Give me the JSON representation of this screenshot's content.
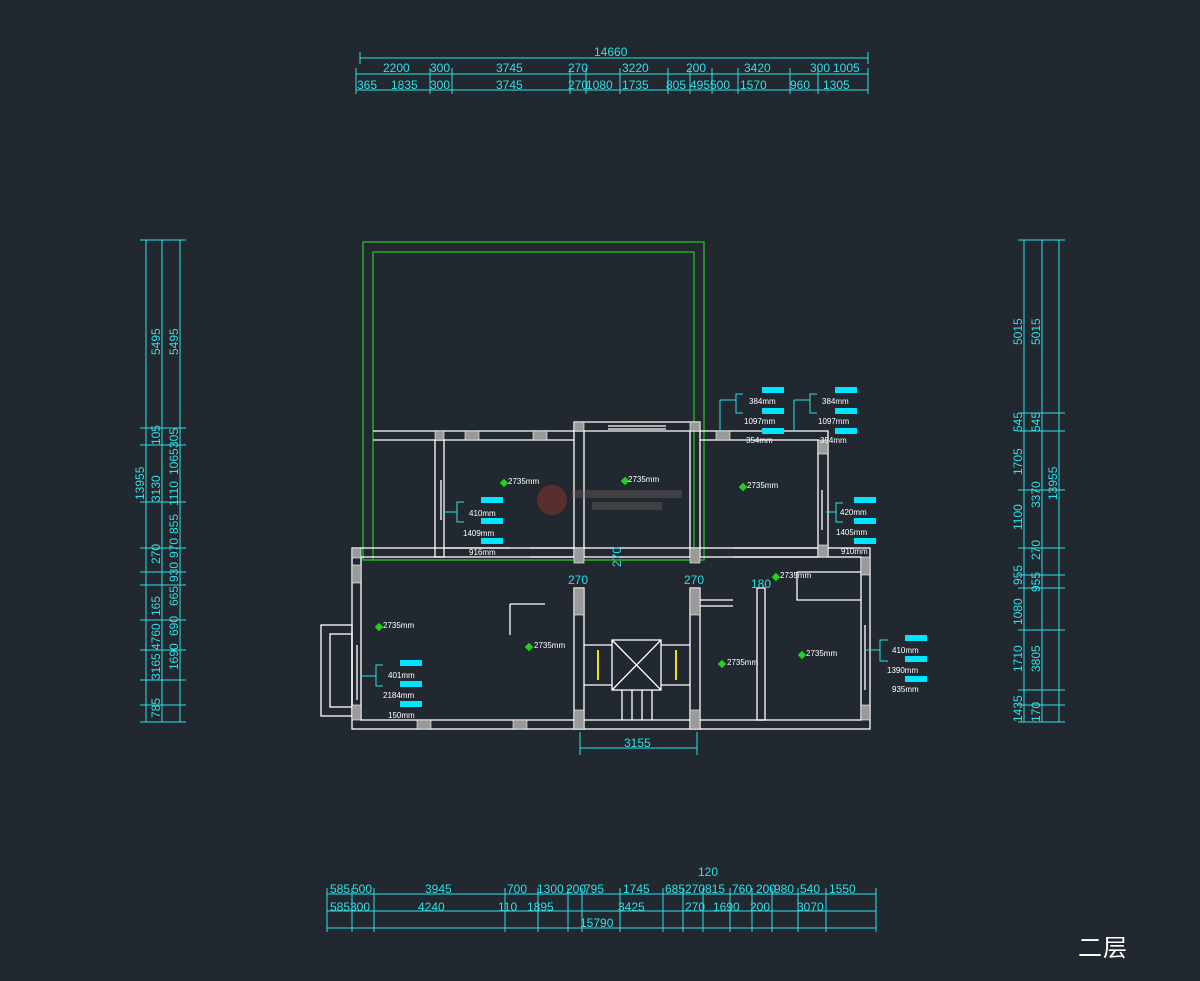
{
  "floor_label": "二层",
  "top_dims": {
    "overall": "14660",
    "row1": [
      "2200",
      "300",
      "3745",
      "270",
      "3220",
      "200",
      "3420",
      "300",
      "1005"
    ],
    "row2": [
      "365",
      "1835",
      "300",
      "3745",
      "270",
      "1080",
      "1735",
      "805",
      "495",
      "500",
      "1570",
      "960",
      "1305"
    ]
  },
  "bottom_dims": {
    "extra": "120",
    "row1": [
      "585",
      "500",
      "3945",
      "700",
      "1300",
      "200",
      "795",
      "1745",
      "685",
      "270",
      "815",
      "760",
      "200",
      "980",
      "540",
      "1550"
    ],
    "row2": [
      "585",
      "300",
      "4240",
      "110",
      "1895",
      "3425",
      "270",
      "1690",
      "200",
      "3070"
    ],
    "overall": "15790"
  },
  "stair_width": "3155",
  "left_dims": {
    "overall": "13955",
    "row1": [
      "5495",
      "105",
      "3130",
      "270",
      "165",
      "4760",
      "3165",
      "785"
    ],
    "row2": [
      "5495",
      "305",
      "1065",
      "1110",
      "855",
      "970",
      "930",
      "665",
      "690",
      "1690"
    ]
  },
  "right_dims": {
    "overall": "13955",
    "row1": [
      "5015",
      "545",
      "1705",
      "1100",
      "955",
      "1080",
      "1710",
      "1435"
    ],
    "row2": [
      "5015",
      "545",
      "3370",
      "270",
      "955",
      "3805",
      "170"
    ]
  },
  "wall_dims": [
    "270",
    "270",
    "270",
    "180"
  ],
  "ceiling_heights": [
    "2735mm",
    "2735mm",
    "2735mm",
    "2735mm",
    "2735mm",
    "2735mm",
    "2735mm",
    "2735mm"
  ],
  "window_tags": [
    [
      "410mm",
      "1409mm",
      "916mm"
    ],
    [
      "420mm",
      "1405mm",
      "910mm"
    ],
    [
      "401mm",
      "2184mm",
      "150mm"
    ],
    [
      "410mm",
      "1390mm",
      "935mm"
    ],
    [
      "384mm",
      "1097mm",
      "354mm"
    ],
    [
      "384mm",
      "1097mm",
      "354mm"
    ]
  ],
  "colors": {
    "background": "#212830",
    "dimension": "#2fe0e6",
    "wall": "#ffffff",
    "terrace": "#28c828",
    "marker": "#1fd21f",
    "tag": "#00e5ff"
  }
}
